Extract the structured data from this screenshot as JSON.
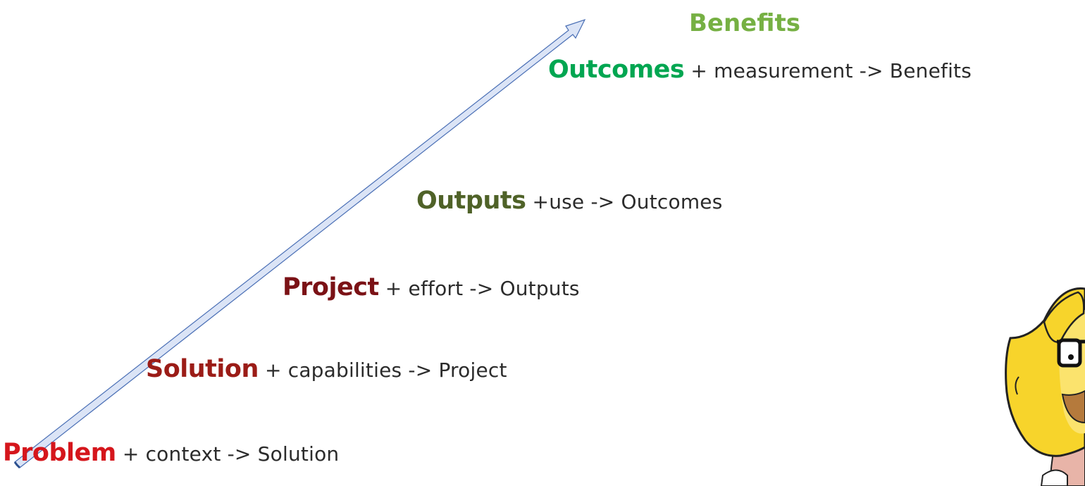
{
  "goal": {
    "label": "Benefits",
    "color": "#76b043"
  },
  "steps": [
    {
      "keyword": "Outcomes",
      "rest": " + measurement -> Benefits",
      "color": "#00a651"
    },
    {
      "keyword": "Outputs",
      "rest": " +use -> Outcomes",
      "color": "#4f6228"
    },
    {
      "keyword": "Project",
      "rest": " + effort -> Outputs",
      "color": "#7b1216"
    },
    {
      "keyword": "Solution",
      "rest": " + capabilities -> Project",
      "color": "#9b1c17"
    },
    {
      "keyword": "Problem",
      "rest": " + context -> Solution",
      "color": "#d5161c"
    }
  ],
  "arrow": {
    "fill_light": "#dbe4f6",
    "fill_dark": "#8eaae0",
    "stroke": "#4a6fb5"
  },
  "illustration": {
    "icon": "thinking-cartoon-character-icon"
  }
}
